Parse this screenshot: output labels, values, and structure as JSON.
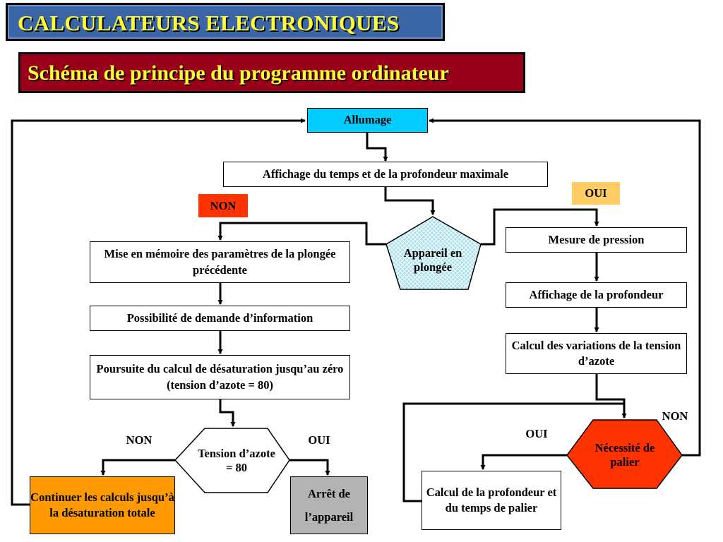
{
  "header": {
    "title": "CALCULATEURS ELECTRONIQUES",
    "subtitle": "Schéma de principe du programme ordinateur"
  },
  "colors": {
    "title_bg": "#3a66a8",
    "subtitle_bg": "#99001a",
    "title_text": "#ffff33",
    "start_box": "#00ccff",
    "diver_pentagon": "#a8e0ee",
    "non_tag": "#ff3300",
    "oui_tag": "#ffcc66",
    "decision_hex": "#ff3300",
    "continue_box": "#ff9900",
    "stop_box": "#b3b3b3"
  },
  "nodes": {
    "start": "Allumage",
    "display_max": "Affichage du temps et de la profondeur maximale",
    "device_in_dive": "Appareil en plongée",
    "memory": "Mise en mémoire des paramètres de la plongée précédente",
    "info_request": "Possibilité de demande d’information",
    "desat_calc": "Poursuite du calcul de désaturation jusqu’au zéro (tension d’azote = 80)",
    "tension_check": "Tension d’azote = 80",
    "continue_calc": "Continuer les calculs jusqu’à la désaturation totale",
    "stop": "Arrêt de l’appareil",
    "pressure": "Mesure de pression",
    "depth_display": "Affichage de la profondeur",
    "nitrogen_calc": "Calcul des variations de la tension d’azote",
    "stop_needed": "Nécessité de palier",
    "stop_calc": "Calcul de la profondeur et du temps de palier"
  },
  "labels": {
    "non_dive": "NON",
    "oui_dive": "OUI",
    "non_tension": "NON",
    "oui_tension": "OUI",
    "oui_stop": "OUI",
    "non_stop": "NON"
  }
}
